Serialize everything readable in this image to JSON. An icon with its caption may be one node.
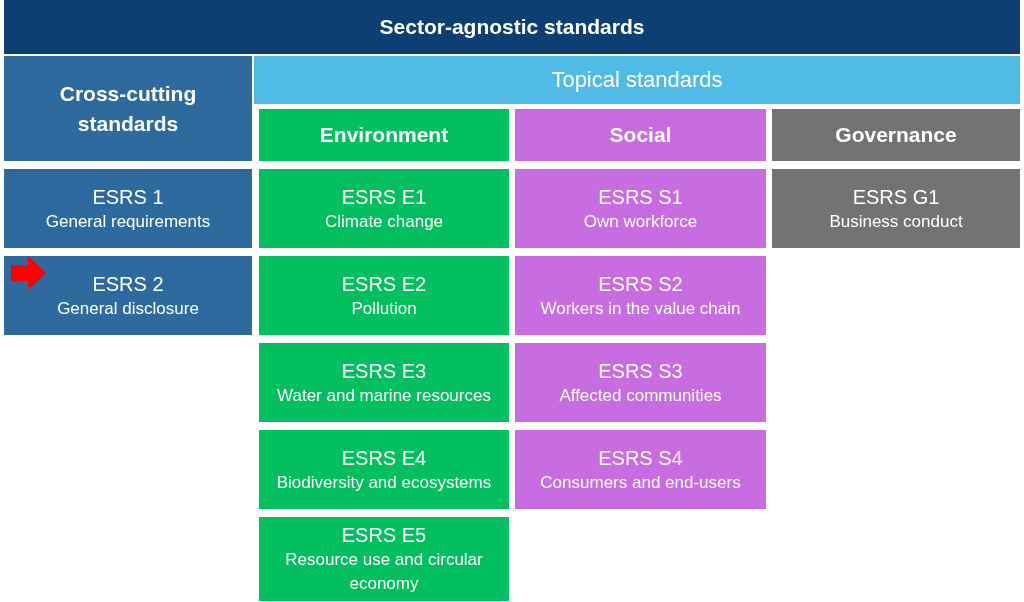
{
  "diagram": {
    "nodes": [
      {
        "text": [
          "Sector-agnostic standards"
        ]
      },
      {
        "text": [
          "Cross-cutting standards"
        ]
      },
      {
        "text": [
          "Topical standards"
        ]
      },
      {
        "text": [
          "Environment"
        ]
      },
      {
        "text": [
          "Social"
        ]
      },
      {
        "text": [
          "Governance"
        ]
      },
      {
        "text": [
          "ESRS 1",
          "General requirements"
        ]
      },
      {
        "text": [
          "ESRS E1",
          "Climate change"
        ]
      },
      {
        "text": [
          "ESRS S1",
          "Own workforce"
        ]
      },
      {
        "text": [
          "ESRS G1",
          "Business conduct"
        ]
      },
      {
        "text": [
          "ESRS 2",
          "General disclosure"
        ]
      },
      {
        "text": [
          "ESRS E2",
          "Pollution"
        ]
      },
      {
        "text": [
          "ESRS S2",
          "Workers in the value chain"
        ]
      },
      {
        "text": [
          "ESRS E3",
          "Water and marine resources"
        ]
      },
      {
        "text": [
          "ESRS S3",
          "Affected communities"
        ]
      },
      {
        "text": [
          "ESRS E4",
          "Biodiversity and ecosystems"
        ]
      },
      {
        "text": [
          "ESRS S4",
          "Consumers and end-users"
        ]
      },
      {
        "text": [
          "ESRS E5",
          "Resource use and circular economy"
        ]
      }
    ],
    "edges": [
      {
        "from": null,
        "to": 10,
        "arrow": "to",
        "color": "#ff0000"
      }
    ]
  }
}
